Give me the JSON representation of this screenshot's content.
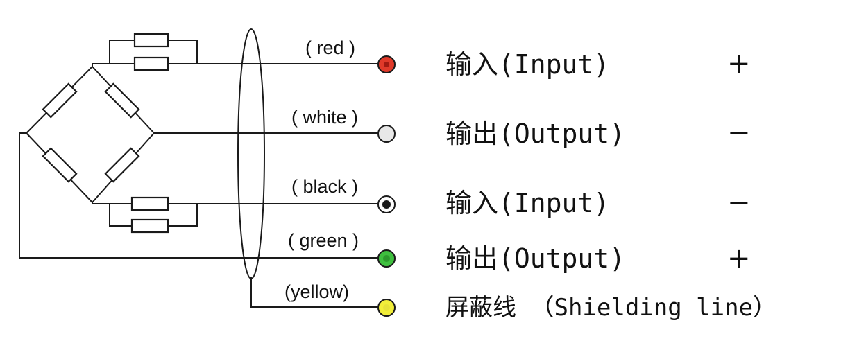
{
  "wires": [
    {
      "id": "red",
      "color_label": "( red )",
      "fill": "#e03a2a",
      "inner": "#a11a12",
      "function": "输入(Input)",
      "polarity": "+"
    },
    {
      "id": "white",
      "color_label": "( white )",
      "fill": "#e8e8e8",
      "inner": "#e8e8e8",
      "function": "输出(Output)",
      "polarity": "−"
    },
    {
      "id": "black",
      "color_label": "( black )",
      "fill": "#ffffff",
      "inner": "#1a1a1a",
      "function": "输入(Input)",
      "polarity": "−"
    },
    {
      "id": "green",
      "color_label": "( green )",
      "fill": "#3fbf3f",
      "inner": "#2d9a2d",
      "function": "输出(Output)",
      "polarity": "+"
    },
    {
      "id": "yellow",
      "color_label": "(yellow)",
      "fill": "#f1ee3a",
      "inner": "#e6e23a",
      "function": "屏蔽线 （Shielding line）",
      "polarity": ""
    }
  ]
}
